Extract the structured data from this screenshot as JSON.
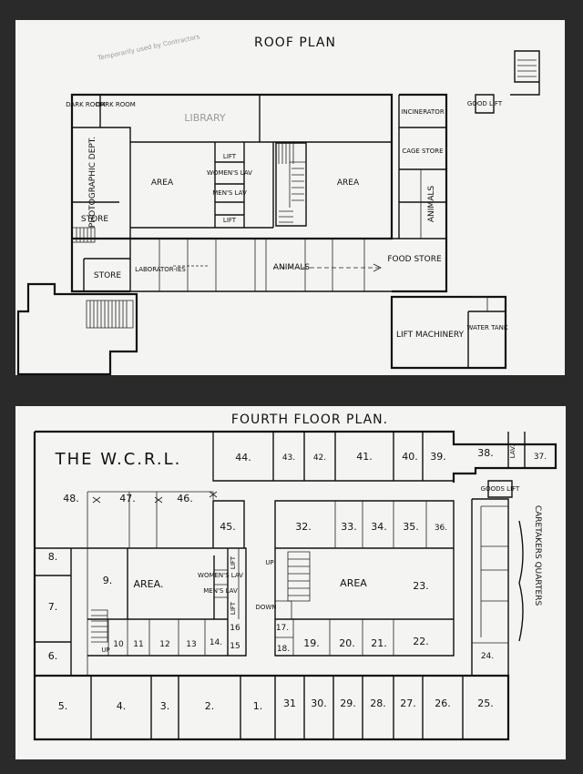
{
  "roof": {
    "title": "ROOF PLAN",
    "note": "Temporarily used by Contractors",
    "rooms": {
      "dark_room": "DARK ROOM",
      "dark_room2": "DARK ROOM",
      "library": "LIBRARY",
      "photo": "PHOTOGRAPHIC DEPT.",
      "store1": "STORE",
      "store2": "STORE",
      "area1": "AREA",
      "area2": "AREA",
      "lift1": "LIFT",
      "lift2": "LIFT",
      "womens_lav": "WOMEN'S LAV",
      "mens_lav": "MEN'S LAV",
      "incinerator": "INCINERATOR",
      "cage_store": "CAGE STORE",
      "animals_v": "ANIMALS",
      "animals": "ANIMALS",
      "laboratories": "LABORATOR-IES",
      "food_store": "FOOD STORE",
      "goods_lift": "GOOD LIFT",
      "lift_machinery": "LIFT MACHINERY",
      "water_tank": "WATER TANK"
    }
  },
  "fourth": {
    "title": "FOURTH FLOOR PLAN.",
    "wcrl": "THE W.C.R.L.",
    "area1": "AREA.",
    "area2": "AREA",
    "womens_lav": "WOMEN'S LAV",
    "mens_lav": "MEN'S LAV",
    "lift1": "LIFT",
    "lift2": "LIFT",
    "lav": "LAV.",
    "goods_lift": "GOODS LIFT",
    "caretakers": "CARETAKERS QUARTERS",
    "up1": "UP",
    "up2": "UP",
    "down": "DOWN",
    "rooms": [
      "1.",
      "2.",
      "3.",
      "4.",
      "5.",
      "6.",
      "7.",
      "8.",
      "9.",
      "10",
      "11",
      "12",
      "13",
      "14.",
      "15",
      "16",
      "17.",
      "18.",
      "19.",
      "20.",
      "21.",
      "22.",
      "23.",
      "24.",
      "25.",
      "26.",
      "27.",
      "28.",
      "29.",
      "30.",
      "31",
      "32.",
      "33.",
      "34.",
      "35.",
      "36.",
      "37.",
      "38.",
      "39.",
      "40.",
      "41.",
      "42.",
      "43.",
      "44.",
      "45.",
      "46.",
      "47.",
      "48."
    ]
  }
}
